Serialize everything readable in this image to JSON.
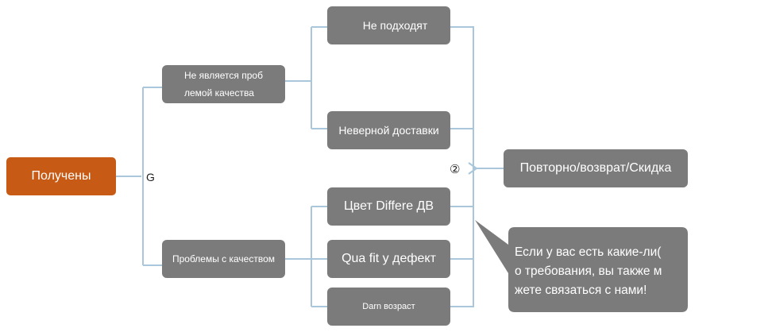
{
  "diagram": {
    "root": {
      "label": "Получены"
    },
    "connector_marker": "G",
    "circled_marker": "②",
    "branches": [
      {
        "label_lines": [
          "Не является проб",
          "лемой качества"
        ],
        "children": [
          "Не подходят",
          "Неверной доставки"
        ]
      },
      {
        "label_lines": [
          "Проблемы с качеством"
        ],
        "children": [
          "Цвет Differe ДВ",
          "Qua fit у дефект",
          "Darn возраст"
        ]
      }
    ],
    "merge_target": "Повторно/возврат/Скидка",
    "callout_lines": [
      "Если у вас есть какие-ли(",
      "о требования, вы также м",
      "жете связаться с нами!"
    ],
    "colors": {
      "root": "#c75a14",
      "node": "#7b7b7b",
      "connector": "#a9c6da",
      "text_on_node": "#ffffff"
    }
  }
}
